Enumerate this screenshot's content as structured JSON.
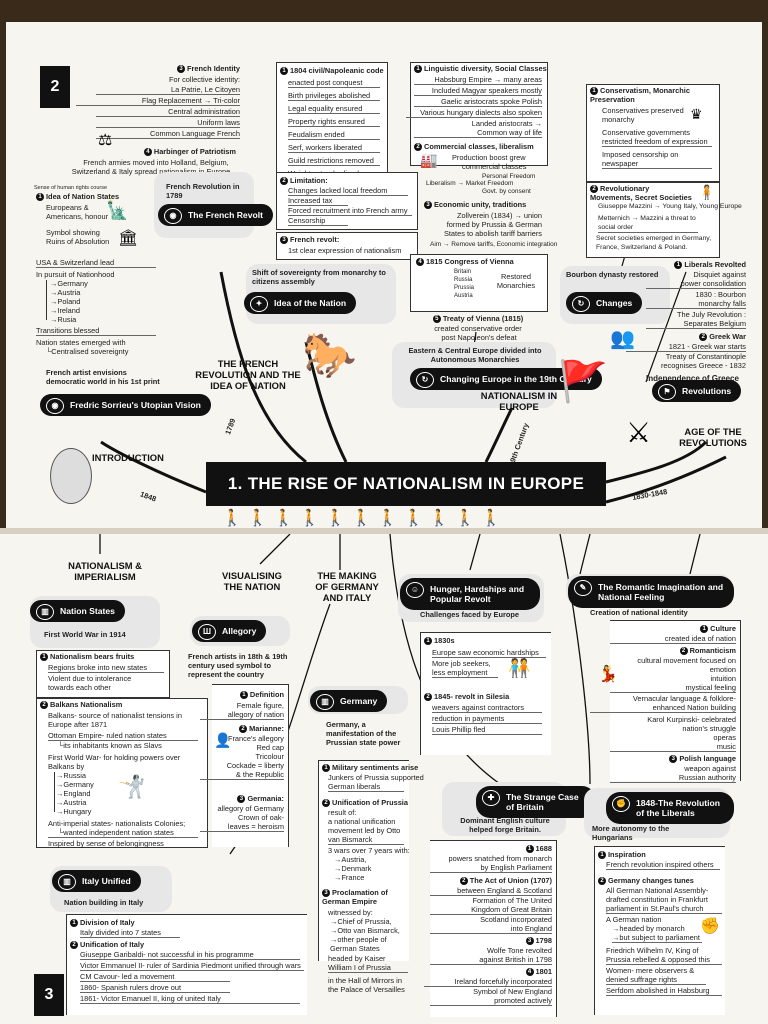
{
  "title": "1. THE RISE OF NATIONALISM IN EUROPE",
  "page_numbers": {
    "top": "2",
    "bottom": "3"
  },
  "branch_labels": {
    "french_revolution": "THE FRENCH REVOLUTION AND THE IDEA OF NATION",
    "introduction": "INTRODUCTION",
    "nationalism_in_europe": "NATIONALISM IN EUROPE",
    "age_of_revolutions": "AGE OF THE REVOLUTIONS",
    "nationalism_imperialism": "NATIONALISM & IMPERIALISM",
    "visualising_nation": "VISUALISING THE NATION",
    "making_germany_italy": "THE MAKING OF GERMANY AND ITALY"
  },
  "years": {
    "y1789": "1789",
    "y1848": "1848",
    "y19c": "19th Century",
    "y1830_1848": "1830-1848"
  },
  "tags": {
    "french_revolt": "The French Revolt",
    "idea_of_nation": "Idea of the Nation",
    "sorrieu": "Fredric Sorrieu's Utopian Vision",
    "changing_europe": "Changing Europe in the 19th Century",
    "changes": "Changes",
    "revolutions": "Revolutions",
    "nation_states": "Nation States",
    "allegory": "Allegory",
    "germany": "Germany",
    "italy_unified": "Italy Unified",
    "hunger": "Hunger, Hardships and Popular Revolt",
    "strange_britain": "The Strange Case of Britain",
    "romantic": "The Romantic Imagination and National Feeling",
    "revolution_1848": "1848-The Revolution of the Liberals"
  },
  "french_identity": {
    "heading": "French Identity",
    "lines": [
      "For collective identity:",
      "La Patrie, Le Citoyen",
      "Flag Replacement → Tri-color",
      "Central administration",
      "Uniform laws",
      "Common Language French"
    ]
  },
  "harbinger": {
    "heading": "Harbinger of Patriotism",
    "text": [
      "French armies moved into Holland, Belgium,",
      "Switzerland & Italy spread nationalism in Europe"
    ]
  },
  "civil_code": {
    "heading": "1804 civil/Napoleanic code",
    "lines": [
      "enacted post conquest",
      "Birth privileges abolished",
      "Legal equality ensured",
      "Property rights ensured",
      "Feudalism ended",
      "Serf, workers liberated",
      "Guild restrictions removed",
      "Weights standardised"
    ]
  },
  "limitation": {
    "heading": "Limitation:",
    "lines": [
      "Changes lacked local freedom",
      "Increased tax",
      "Forced recruitment into French army",
      "Censorship"
    ]
  },
  "french_revolt_box": {
    "heading": "French revolt:",
    "line": "1st clear expression of nationalism"
  },
  "french_rev_1789": "French Revolution in 1789",
  "shift_sovereignty": "Shift of sovereignty from monarchy to citizens assembly",
  "sorrieu_text": "French artist envisions democratic world in his 1st print",
  "idea_nation_states": {
    "heading": "Idea of Nation States",
    "lines": [
      "Europeans &",
      "Americans, honour"
    ],
    "symbol": "Symbol showing Ruins of Absolution",
    "usa": "USA & Switzerland lead",
    "pursuit": "In pursuit of Nationhood",
    "countries": [
      "Germany",
      "Austria",
      "Poland",
      "Ireland",
      "Rusia"
    ],
    "transitions": "Transitions blessed",
    "sovereignty": [
      "Nation states emerged with",
      "Centralised sovereignty"
    ]
  },
  "linguistic": {
    "heading": "Linguistic diversity, Social Classes",
    "lines": [
      "Habsburg Empire → many areas",
      "Included Magyar speakers mostly",
      "Gaelic aristocrats spoke Polish",
      "Various hungary dialects also spoken",
      "Landed aristocrats →",
      "Common way of life"
    ]
  },
  "commercial": {
    "heading": "Commercial classes, liberalism",
    "lines": [
      "Production boost grew",
      "commercial classes",
      "Personal Freedom",
      "Liberalism → Market Freedom",
      "Govt. by consent"
    ]
  },
  "economic": {
    "heading": "Economic unity, traditions",
    "lines": [
      "Zollverein (1834) → union",
      "formed by Prussia & German",
      "States to abolish tariff barriers",
      "Aim → Remove tariffs, Economic integration"
    ]
  },
  "congress": {
    "heading": "1815 Congress of Vienna",
    "powers": [
      "Britain",
      "Russia",
      "Prussia",
      "Austria"
    ],
    "result": "Restored Monarchies"
  },
  "treaty_vienna": {
    "heading": "Treaty of Vienna (1815)",
    "lines": [
      "created conservative order",
      "post Napoleon's defeat"
    ]
  },
  "eastern_central": "Eastern & Central Europe divided into Autonomous Monarchies",
  "bourbon": "Bourbon dynasty restored",
  "conservatism": {
    "heading": "Conservatism, Monarchic Preservation",
    "lines": [
      "Conservatives preserved monarchy",
      "Conservative governments restricted freedom of expression",
      "Imposed censorship on newspaper"
    ]
  },
  "rev_movements": {
    "heading": "Revolutionary Movements, Secret Societies",
    "lines": [
      "Giuseppe Mazzini → Young Italy, Young Europe",
      "Metternich → Mazzini a threat to social order",
      "Secret societies emerged in Germany, France, Switzerland & Poland."
    ]
  },
  "liberals_revolted": {
    "heading": "Liberals Revolted",
    "lines": [
      "Disquiet against",
      "power consolidation",
      "1830 : Bourbon",
      "monarchy falls",
      "The July Revolution :",
      "Separates Belgium"
    ]
  },
  "greek_war": {
    "heading": "Greek War",
    "lines": [
      "1821 - Greek war starts",
      "Treaty of Constantinople",
      "recognises Greece - 1832"
    ]
  },
  "independence_greece": "Independence of Greece",
  "first_world_war": "First World War in 1914",
  "nationalism_fruits": {
    "heading": "Nationalism bears fruits",
    "lines": [
      "Regions broke into new states",
      "Violent due to intolerance",
      "towards each other"
    ]
  },
  "balkans": {
    "heading": "Balkans Nationalism",
    "lines": [
      "Balkans- source of nationalist tensions in Europe after 1871",
      "Ottoman Empire- ruled nation states",
      "its inhabitants known as Slavs",
      "First World War- for holding powers over Balkans by"
    ],
    "powers": [
      "Russia",
      "Germany",
      "England",
      "Austria",
      "Hungary"
    ],
    "anti": [
      "Anti-imperial states- nationalists Colonies;",
      "wanted independent nation states"
    ],
    "inspired": "Inspired by sense of belongingness"
  },
  "allegory_text": "French artists in 18th & 19th century used symbol to represent the country",
  "definition": {
    "heading": "Definition",
    "lines": [
      "Female figure,",
      "allegory of nation"
    ]
  },
  "marianne": {
    "heading": "Marianne:",
    "lines": [
      "France's allegory",
      "Red cap",
      "Tricolour",
      "Cockade = liberty",
      "& the Republic"
    ]
  },
  "germania": {
    "heading": "Germania:",
    "lines": [
      "allegory of Germany",
      "Crown of oak-",
      "leaves = heroism"
    ]
  },
  "germany_text": "Germany, a manifestation of the Prussian state power",
  "military": {
    "heading": "Military sentiments arise",
    "lines": [
      "Junkers of Prussia supported",
      "German liberals"
    ]
  },
  "unification_prussia": {
    "heading": "Unification of Prussia",
    "lines": [
      "result of:",
      "a national unification",
      "movement led by Otto",
      "van Bismarck",
      "3 wars over 7 years with:"
    ],
    "wars": [
      "Austria,",
      "Denmark",
      "France"
    ]
  },
  "proclamation": {
    "heading": "Proclamation of German Empire",
    "lines": [
      "witnessed by:"
    ],
    "names": [
      "Chief of Prussia,",
      "Otto van Bismarck,",
      "other people of German States"
    ],
    "tail": [
      "headed by Kaiser William I of Prussia",
      "in the Hall of Mirrors in the Palace of Versailles"
    ]
  },
  "italy": {
    "sub": "Nation building in Italy",
    "division": {
      "heading": "Division of Italy",
      "line": "Italy divided into 7 states"
    },
    "unification": {
      "heading": "Unification of Italy",
      "lines": [
        "Giuseppe Garibaldi- not successful in his programme",
        "Victor Emmanuel II- ruler of Sardinia Piedmont unified through wars",
        "CM Cavour- led a movement",
        "1860- Spanish rulers drove out",
        "1861- Victor Emanuel II, king of united Italy"
      ]
    }
  },
  "hunger_box": {
    "heading": "Challenges faced by Europe",
    "i1830": {
      "heading": "1830s",
      "lines": [
        "Europe saw economic hardships",
        "More job seekers,",
        "less employment"
      ]
    },
    "i1845": {
      "heading": "1845- revolt in Silesia",
      "lines": [
        "weavers against contractors",
        "reduction in payments",
        "Louis Phillip fled"
      ]
    }
  },
  "britain": {
    "text": "Dominant English culture helped forge Britain.",
    "e1688": {
      "heading": "1688",
      "lines": [
        "powers snatched from monarch",
        "by English Parliament"
      ]
    },
    "e1707": {
      "heading": "The Act of Union (1707)",
      "lines": [
        "between England & Scotland",
        "Formation of The United",
        "Kingdom of Great Britain",
        "Scotland incorporated",
        "into England"
      ]
    },
    "e1798": {
      "heading": "1798",
      "lines": [
        "Wolfe Tone revolted",
        "against British in 1798"
      ]
    },
    "e1801": {
      "heading": "1801",
      "lines": [
        "Ireland forcefully incorporated",
        "Symbol of New England",
        "promoted actively"
      ]
    }
  },
  "romantic_box": {
    "heading": "Creation of national identity",
    "culture": {
      "heading": "Culture",
      "line": "created idea of nation"
    },
    "romanticism": {
      "heading": "Romanticism",
      "lines": [
        "cultural movement focused on",
        "emotion",
        "intuition",
        "mystical feeling"
      ]
    },
    "vernacular": [
      "Vernacular language & folklore-",
      "enhanced Nation building"
    ],
    "karol": [
      "Karol Kurpinski- celebrated",
      "nation's struggle",
      "operas",
      "music"
    ],
    "polish": {
      "heading": "Polish language",
      "lines": [
        "weapon against",
        "Russian authority"
      ]
    }
  },
  "rev1848_box": {
    "heading": "More autonomy to the Hungarians",
    "inspiration": {
      "heading": "Inspiration",
      "line": "French revolution inspired others"
    },
    "germany_changes": {
      "heading": "Germany changes tunes",
      "lines": [
        "All German National Assembly-",
        "drafted constitution in Frankfurt",
        "parliament in St.Paul's church",
        "A German nation",
        "headed by monarch",
        "but subject to parliament",
        "Friedrich Wilhelm IV, King of",
        "Prussia rebelled & opposed this",
        "Women- mere observers &",
        "denied suffrage rights",
        "Serfdom abolished in Habsburg"
      ]
    }
  }
}
